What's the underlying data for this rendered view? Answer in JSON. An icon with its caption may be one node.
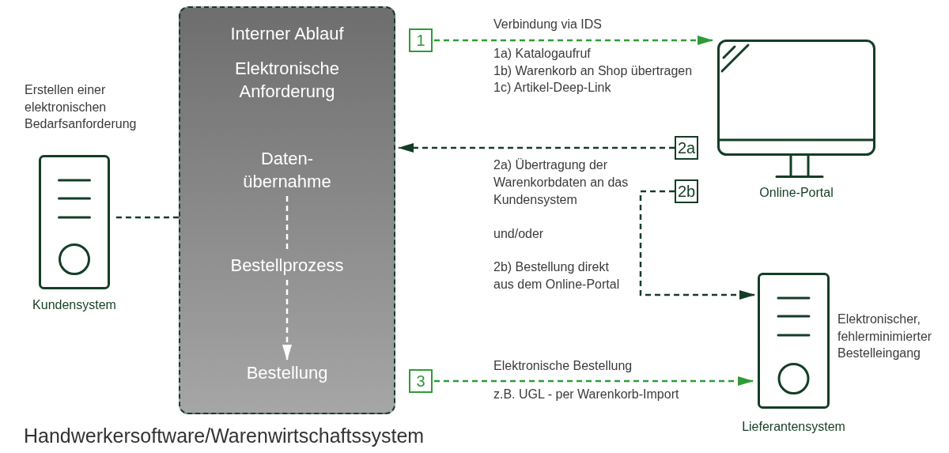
{
  "diagram": {
    "nodes": [
      {
        "text": [
          "Kundensystem"
        ],
        "beside": [
          "Erstellen einer elektronischen Bedarfsanforderung"
        ]
      },
      {
        "text": [
          "Interner Ablauf"
        ],
        "beside": [
          "Handwerkersoftware/Warenwirtschaftssystem"
        ]
      },
      {
        "text": [
          "Elektronische Anforderung"
        ],
        "in": 1
      },
      {
        "text": [
          "Daten- übernahme"
        ],
        "in": 1
      },
      {
        "text": [
          "Bestellprozess"
        ],
        "in": 1
      },
      {
        "text": [
          "Bestellung"
        ],
        "in": 1
      },
      {
        "text": [
          "1"
        ]
      },
      {
        "text": [
          "Online-Portal"
        ]
      },
      {
        "text": [
          "2a"
        ]
      },
      {
        "text": [
          "2b"
        ]
      },
      {
        "text": [
          "Lieferantensystem"
        ],
        "beside": [
          "Elektronischer, fehlerminimierter Bestelleingang"
        ]
      },
      {
        "text": [
          "3"
        ]
      }
    ],
    "edges": [
      {
        "from": 0,
        "to": 1,
        "arrow": "none",
        "style": "dashed"
      },
      {
        "from": 3,
        "to": 4,
        "arrow": "none",
        "style": "dashed",
        "color": "#ffffff"
      },
      {
        "from": 4,
        "to": 5,
        "arrow": "to",
        "style": "dashed",
        "color": "#ffffff"
      },
      {
        "from": 6,
        "to": 7,
        "arrow": "to",
        "style": "dashed",
        "color": "#2f9b37",
        "label": "Verbindung via IDS"
      },
      {
        "from": 8,
        "to": 1,
        "arrow": "to",
        "style": "dashed"
      },
      {
        "from": 9,
        "to": 10,
        "arrow": "to",
        "style": "dashed"
      },
      {
        "from": 11,
        "to": 10,
        "arrow": "to",
        "style": "dashed",
        "color": "#2f9b37",
        "label": "Elektronische Bestellung"
      }
    ],
    "labels": [
      "1a) Katalogaufruf",
      "1b) Warenkorb an Shop übertragen",
      "1c) Artikel-Deep-Link",
      "2a) Übertragung der Warenkorbdaten an das Kundensystem",
      "und/oder",
      "2b) Bestellung direkt aus dem Online-Portal",
      "z.B. UGL - per Warenkorb-Import"
    ]
  }
}
